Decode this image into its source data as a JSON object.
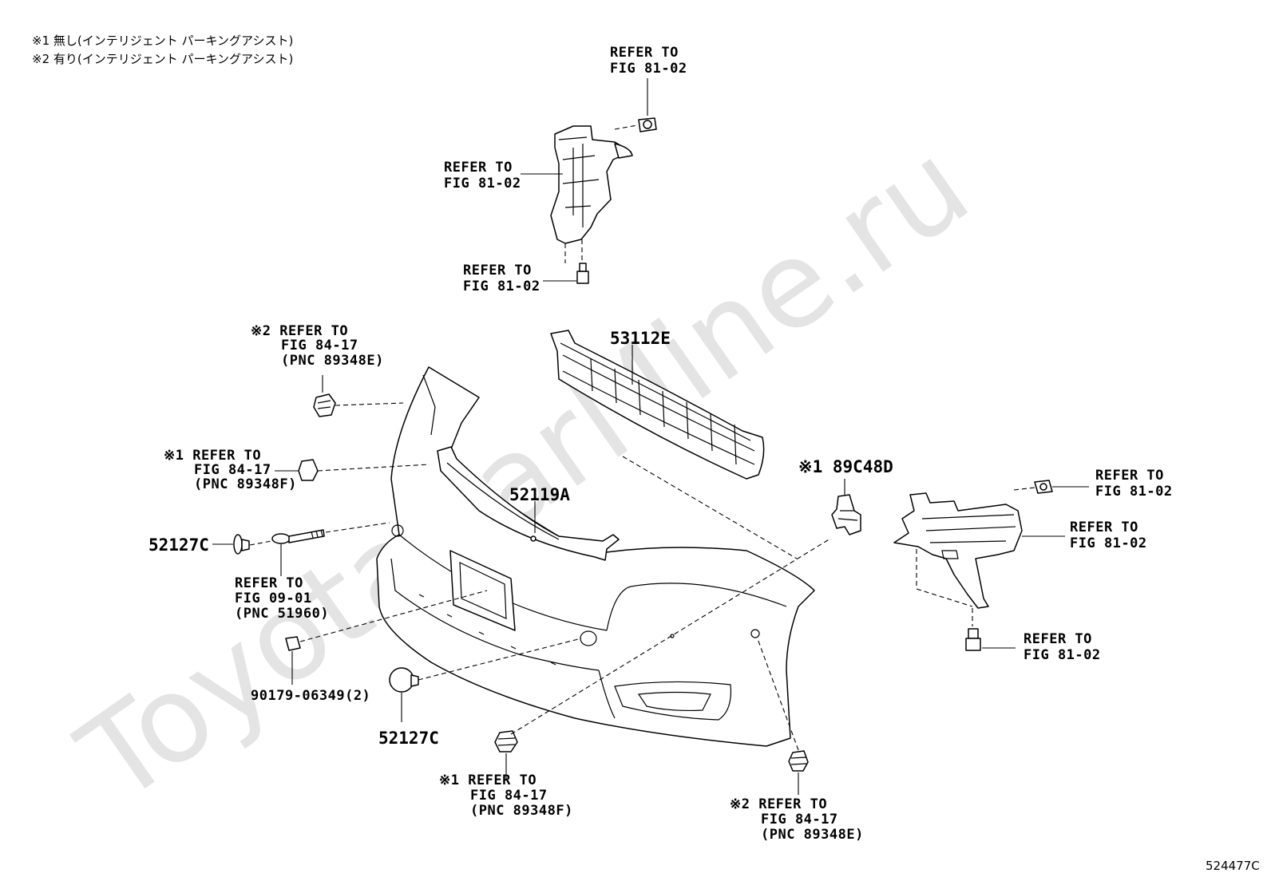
{
  "notes": [
    "※1 無し(インテリジェント パーキングアシスト)",
    "※2 有り(インテリジェント パーキングアシスト)"
  ],
  "watermark": "ToyotaCarMine.ru",
  "figure_id": "524477C",
  "callouts": {
    "top_bolt_a": [
      "REFER TO",
      "FIG 81-02"
    ],
    "top_bracket": [
      "REFER TO",
      "FIG 81-02"
    ],
    "top_bolt_b": [
      "REFER TO",
      "FIG 81-02"
    ],
    "clip_left_upper": [
      "※2 REFER TO",
      "FIG 84-17",
      "(PNC 89348E)"
    ],
    "clip_left_mid": [
      "※1 REFER TO",
      "FIG 84-17",
      "(PNC 89348F)"
    ],
    "tow_hook": [
      "REFER TO",
      "FIG 09-01",
      "(PNC 51960)"
    ],
    "clip_bottom_mid": [
      "※1 REFER TO",
      "FIG 84-17",
      "(PNC 89348F)"
    ],
    "clip_bottom_right": [
      "※2 REFER TO",
      "FIG 84-17",
      "(PNC 89348E)"
    ],
    "right_bolt_a": [
      "REFER TO",
      "FIG 81-02"
    ],
    "right_bracket": [
      "REFER TO",
      "FIG 81-02"
    ],
    "right_bolt_b": [
      "REFER TO",
      "FIG 81-02"
    ]
  },
  "part_numbers": {
    "grille": "53112E",
    "retainer": "52119A",
    "cap_left": "52127C",
    "cap_bottom": "52127C",
    "bracket_clip": "※1 89C48D",
    "screw": "90179-06349(2)"
  }
}
